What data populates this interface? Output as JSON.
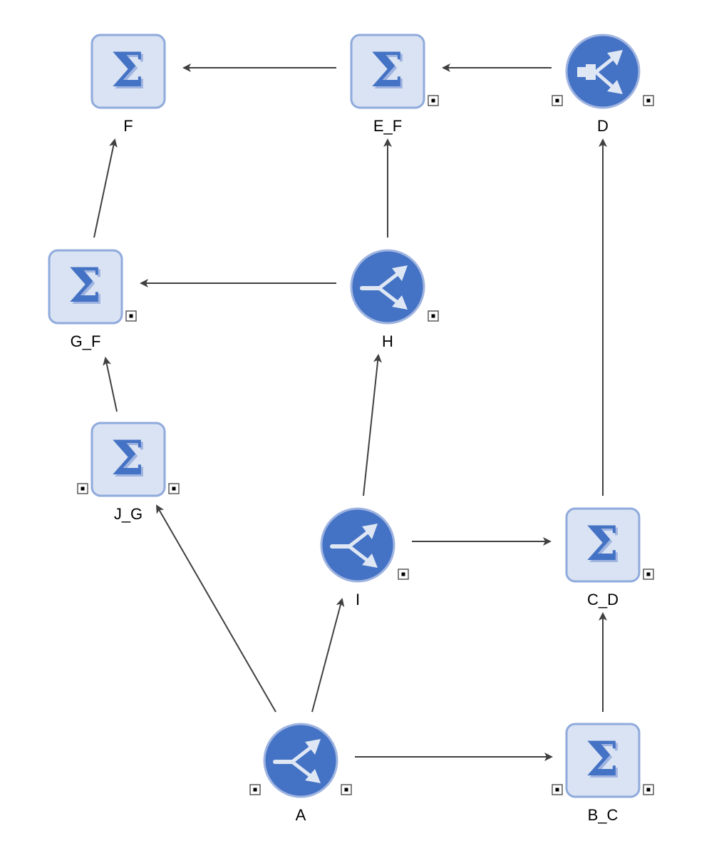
{
  "colors": {
    "sum_fill": "#dae3f3",
    "sum_stroke": "#8faadc",
    "sum_symbol": "#4472c4",
    "sum_symbol_shadow": "#9fb4e0",
    "split_fill": "#4472c4",
    "split_stroke": "#9fb4e0",
    "split_glyph": "#dfe7f5",
    "edge": "#404040",
    "port_stroke": "#404040"
  },
  "nodes": [
    {
      "id": "F",
      "label": "F",
      "type": "sum",
      "icon": "sigma-icon",
      "ports": []
    },
    {
      "id": "E_F",
      "label": "E_F",
      "type": "sum",
      "icon": "sigma-icon",
      "ports": [
        "right"
      ]
    },
    {
      "id": "D",
      "label": "D",
      "type": "merge",
      "icon": "merge-split-icon",
      "ports": [
        "left",
        "right"
      ]
    },
    {
      "id": "G_F",
      "label": "G_F",
      "type": "sum",
      "icon": "sigma-icon",
      "ports": [
        "right"
      ]
    },
    {
      "id": "H",
      "label": "H",
      "type": "split",
      "icon": "split-icon",
      "ports": [
        "right"
      ]
    },
    {
      "id": "J_G",
      "label": "J_G",
      "type": "sum",
      "icon": "sigma-icon",
      "ports": [
        "left",
        "right"
      ]
    },
    {
      "id": "I",
      "label": "I",
      "type": "split",
      "icon": "split-icon",
      "ports": [
        "right"
      ]
    },
    {
      "id": "C_D",
      "label": "C_D",
      "type": "sum",
      "icon": "sigma-icon",
      "ports": [
        "right"
      ]
    },
    {
      "id": "A",
      "label": "A",
      "type": "split",
      "icon": "split-icon",
      "ports": [
        "left",
        "right"
      ]
    },
    {
      "id": "B_C",
      "label": "B_C",
      "type": "sum",
      "icon": "sigma-icon",
      "ports": [
        "left",
        "right"
      ]
    }
  ],
  "edges": [
    {
      "from": "E_F",
      "to": "F"
    },
    {
      "from": "D",
      "to": "E_F"
    },
    {
      "from": "G_F",
      "to": "F"
    },
    {
      "from": "H",
      "to": "E_F"
    },
    {
      "from": "H",
      "to": "G_F"
    },
    {
      "from": "J_G",
      "to": "G_F"
    },
    {
      "from": "I",
      "to": "H"
    },
    {
      "from": "I",
      "to": "C_D"
    },
    {
      "from": "C_D",
      "to": "D"
    },
    {
      "from": "A",
      "to": "J_G"
    },
    {
      "from": "A",
      "to": "I"
    },
    {
      "from": "A",
      "to": "B_C"
    },
    {
      "from": "B_C",
      "to": "C_D"
    }
  ]
}
